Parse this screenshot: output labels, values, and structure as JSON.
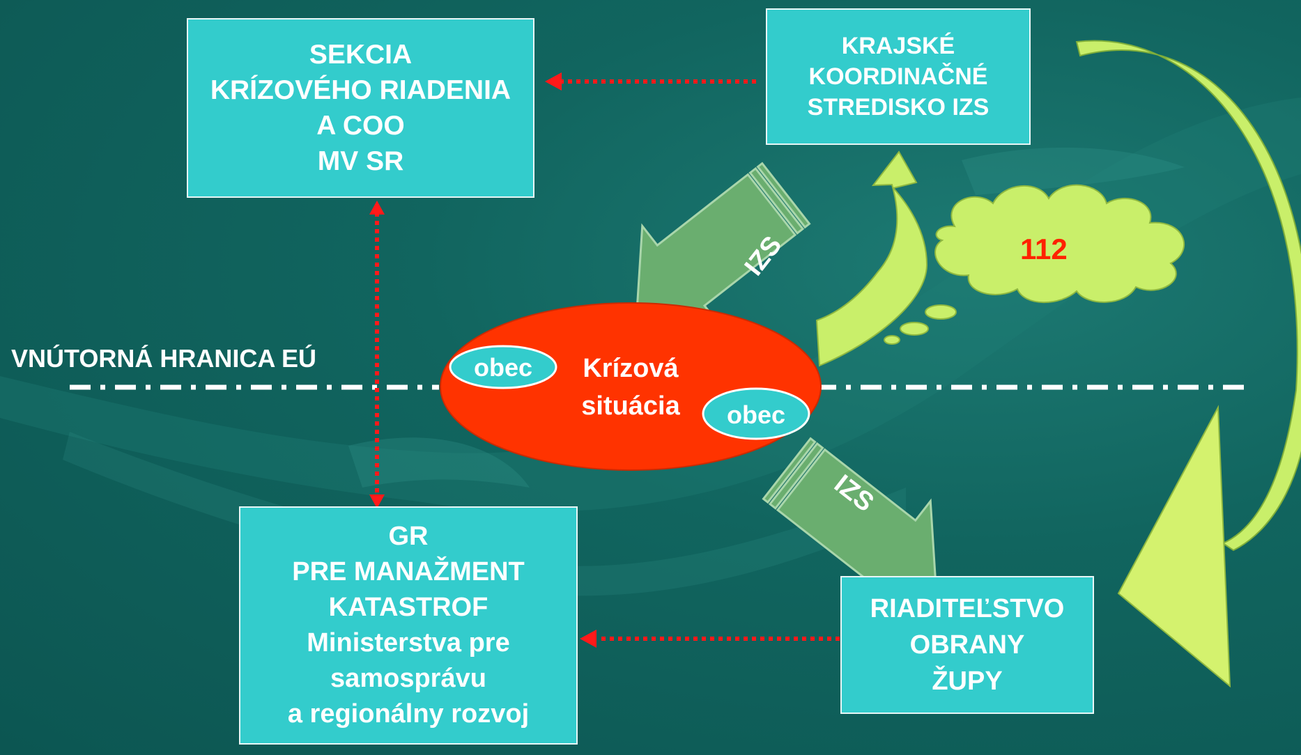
{
  "boxes": {
    "sekcia": [
      "SEKCIA",
      "KRÍZOVÉHO RIADENIA",
      "A COO",
      "MV SR"
    ],
    "krajske": [
      "KRAJSKÉ",
      "KOORDINAČNÉ",
      "STREDISKO IZS"
    ],
    "gr": [
      "GR",
      "PRE MANAŽMENT",
      "KATASTROF",
      "Ministerstva pre",
      "samosprávu",
      "a regionálny rozvoj"
    ],
    "riaditelstvo": [
      "RIADITEĽSTVO",
      "OBRANY",
      "ŽUPY"
    ]
  },
  "border_label": "VNÚTORNÁ HRANICA EÚ",
  "crisis": {
    "line1": "Krízová",
    "line2": "situácia"
  },
  "obec_left": "obec",
  "obec_right": "obec",
  "izs_top": "IZS",
  "izs_bottom": "IZS",
  "emergency_number": "112",
  "colors": {
    "background": "#0e5f5a",
    "box": "#33cccc",
    "crisis": "#ff3300",
    "dotted_arrow": "#ff1a1a",
    "izs_arrow": "#6aae6f",
    "curve_arrow": "#c9ef6a",
    "number": "#ff2200"
  }
}
